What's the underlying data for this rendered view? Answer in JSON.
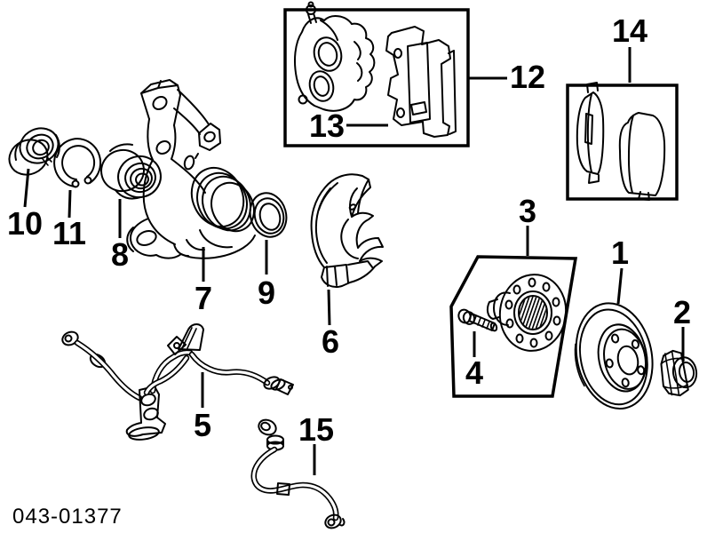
{
  "figure": {
    "code": "043-01377"
  },
  "callouts": [
    {
      "label": "1"
    },
    {
      "label": "2"
    },
    {
      "label": "3"
    },
    {
      "label": "4"
    },
    {
      "label": "5"
    },
    {
      "label": "6"
    },
    {
      "label": "7"
    },
    {
      "label": "8"
    },
    {
      "label": "9"
    },
    {
      "label": "10"
    },
    {
      "label": "11"
    },
    {
      "label": "12"
    },
    {
      "label": "13"
    },
    {
      "label": "14"
    },
    {
      "label": "15"
    }
  ],
  "colors": {
    "line": "#000000",
    "background": "#ffffff"
  }
}
